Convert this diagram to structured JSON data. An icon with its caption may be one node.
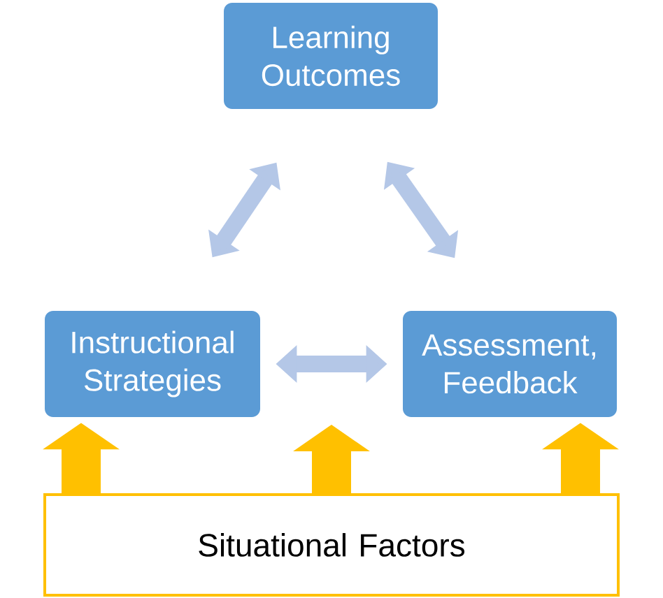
{
  "diagram": {
    "nodes": [
      {
        "text": [
          "Learning Outcomes"
        ]
      },
      {
        "text": [
          "Instructional Strategies"
        ]
      },
      {
        "text": [
          "Assessment, Feedback"
        ]
      },
      {
        "text": [
          "Situational Factors"
        ]
      }
    ],
    "edges": [
      {
        "from": 1,
        "to": 0,
        "arrow": "both",
        "color": "#b4c7e7"
      },
      {
        "from": 0,
        "to": 2,
        "arrow": "both",
        "color": "#b4c7e7"
      },
      {
        "from": 1,
        "to": 2,
        "arrow": "both",
        "color": "#b4c7e7"
      },
      {
        "from": 3,
        "to": 1,
        "arrow": "to",
        "style": "thick",
        "color": "#ffc000"
      },
      {
        "from": 3,
        "to": null,
        "arrow": "to",
        "style": "thick",
        "color": "#ffc000"
      },
      {
        "from": 3,
        "to": 2,
        "arrow": "to",
        "style": "thick",
        "color": "#ffc000"
      }
    ]
  }
}
